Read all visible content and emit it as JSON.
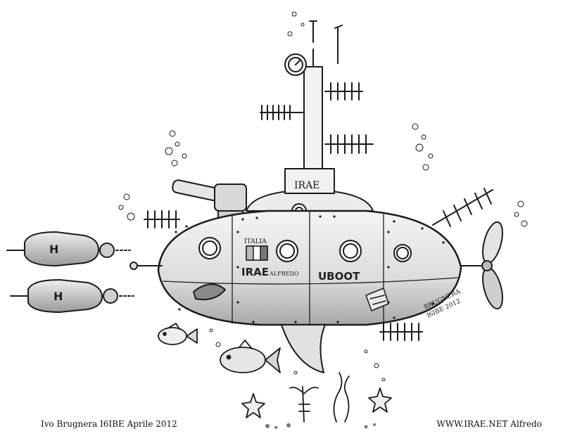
{
  "drawing": {
    "tower_label": "IRAE",
    "flag_label": "ITALIA",
    "hull_name": "IRAE",
    "hull_subname": "ALFREDO",
    "hull_type": "UBOOT",
    "torpedo_mark": "H",
    "signature_line1": "BRUGNERA",
    "signature_line2": "I6IBE 2012"
  },
  "caption": {
    "left": "Ivo Brugnera I6IBE   Aprile 2012",
    "right": "WWW.IRAE.NET Alfredo"
  },
  "colors": {
    "ink": "#1b1b1b",
    "paper": "#ffffff",
    "shade": "#bdbdbd"
  }
}
